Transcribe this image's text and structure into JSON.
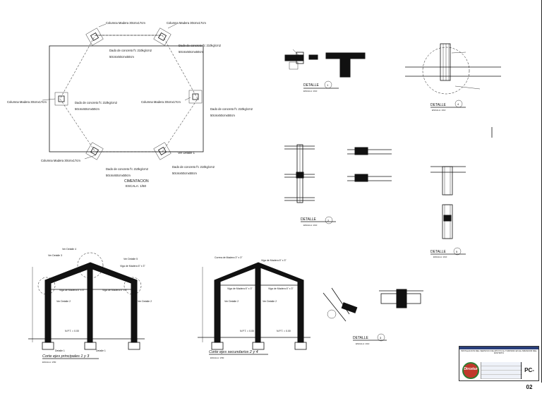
{
  "foundation": {
    "col_top_right": "Columna Madera 30cmx17cm",
    "col_top_left": "Columna Madera 30cmx17cm",
    "col_left": "Columna Madera 30cmx17cm",
    "col_right": "Columna Madera 30cmx17cm",
    "col_bottom_left": "Columna Madera 30cmx17cm",
    "dado_a1": "Dado de concreto f'c 210kg/cm2",
    "dado_a2": "50cmx50cmx50cm",
    "dado_b1": "Dado de concreto f'c 210kg/cm2",
    "dado_b2": "50cmx50cmx50cm",
    "dado_c1": "Dado de concreto f'c 210kg/cm2",
    "dado_c2": "50cmx50cmx50cm",
    "dado_d1": "Dado de concreto f'c 210kg/cm2",
    "dado_d2": "50cmx50cmx50cm",
    "dado_e1": "Dado de concreto f'c 210kg/cm2",
    "dado_e2": "50cmx50cmx50cm",
    "ver_detalle": "Ver Detalle 1",
    "title": "CIMENTACION",
    "scale": "ESCALA: 1/50"
  },
  "details": {
    "d1_title": "DETALLE",
    "d1_num": "1",
    "d1_scale": "ESCALA: 1/10",
    "d2_title": "DETALLE",
    "d2_num": "2",
    "d2_scale": "ESCALA: 1/10",
    "d3_title": "DETALLE",
    "d3_num": "3",
    "d3_scale": "ESCALA: 1/10",
    "d4_title": "DETALLE",
    "d4_num": "4",
    "d4_scale": "ESCALA: 1/10",
    "d5_title": "DETALLE",
    "d5_num": "5",
    "d5_scale": "ESCALA: 1/10"
  },
  "section1": {
    "title": "Corte ejes principales 1 y 3",
    "scale": "ESCALA: 1/50",
    "ver_detalle_4": "Ver Detalle 4",
    "ver_detalle_3": "Ver Detalle 3",
    "ver_detalle_5": "Ver Detalle 5",
    "viga_1": "Viga de Madera 6\" x 3\"",
    "viga_2": "Viga de Madera 6\" x 3\"",
    "viga_3": "Viga de Madera 6\" x 3\"",
    "ver_detalle_2a": "Ver Detalle 2",
    "ver_detalle_2b": "Ver Detalle 2",
    "npt": "N.P.T. = 0.00",
    "detalle_1a": "Detalle 1",
    "detalle_1b": "Detalle 1"
  },
  "section2": {
    "title": "Corte ejes secundarios 2 y 4",
    "scale": "ESCALA: 1/50",
    "correa": "Correa de Madera 3\" x 3\"",
    "viga_1": "Viga de Madera 6\" x 3\"",
    "viga_2": "Viga de Madera 6\" x 3\"",
    "viga_3": "Viga de Madera 6\" x 3\"",
    "ver_detalle_2a": "Ver Detalle 2",
    "ver_detalle_2b": "Ver Detalle 2",
    "npt_a": "N.P.T. = 0.00",
    "npt_b": "N.P.T. = 0.00"
  },
  "titleblock": {
    "project": "INSTALACION DEL SERVICIO DE APOYO AL TURISMO EN EL MIRADOR DEL DISTRITO",
    "logo": "Dircetur",
    "code": "PC-02"
  }
}
